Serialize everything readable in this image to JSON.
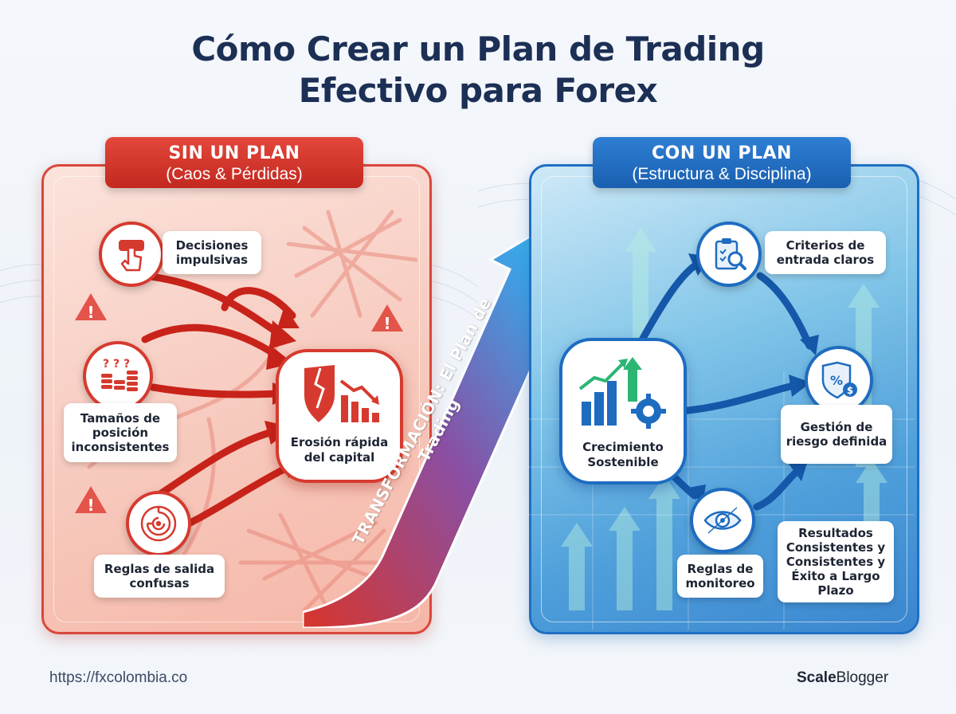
{
  "title": {
    "line1": "Cómo Crear un Plan de Trading",
    "line2": "Efectivo para Forex"
  },
  "left": {
    "banner_title": "SIN UN PLAN",
    "banner_subtitle": "(Caos & Pérdidas)",
    "items": [
      {
        "label": "Decisiones impulsivas",
        "icon": "pointer-click-icon"
      },
      {
        "label": "Tamaños de posición inconsistentes",
        "icon": "coins-question-icon"
      },
      {
        "label": "Reglas de salida confusas",
        "icon": "maze-icon"
      }
    ],
    "center_label": "Erosión rápida del capital",
    "center_icon": "broken-shield-declining-chart-icon"
  },
  "transformation_label": "TRANSFORMACIÓN: El Plan de Trading",
  "right": {
    "banner_title": "CON UN PLAN",
    "banner_subtitle": "(Estructura & Disciplina)",
    "items": [
      {
        "label": "Criterios de entrada claros",
        "icon": "clipboard-magnifier-icon"
      },
      {
        "label": "Gestión de riesgo definida",
        "icon": "shield-money-icon"
      },
      {
        "label": "Reglas de monitoreo",
        "icon": "eye-icon"
      },
      {
        "label": "Resultados Consistentes y Consistentes y Éxito a Largo Plazo",
        "icon": ""
      }
    ],
    "center_label": "Crecimiento Sostenible",
    "center_icon": "growth-chart-gear-icon"
  },
  "footer": {
    "url": "https://fxcolombia.co",
    "brand_bold": "Scale",
    "brand_rest": "Blogger"
  },
  "colors": {
    "red": "#d63a2e",
    "blue": "#1e6cc0",
    "navy": "#1c2f55"
  }
}
